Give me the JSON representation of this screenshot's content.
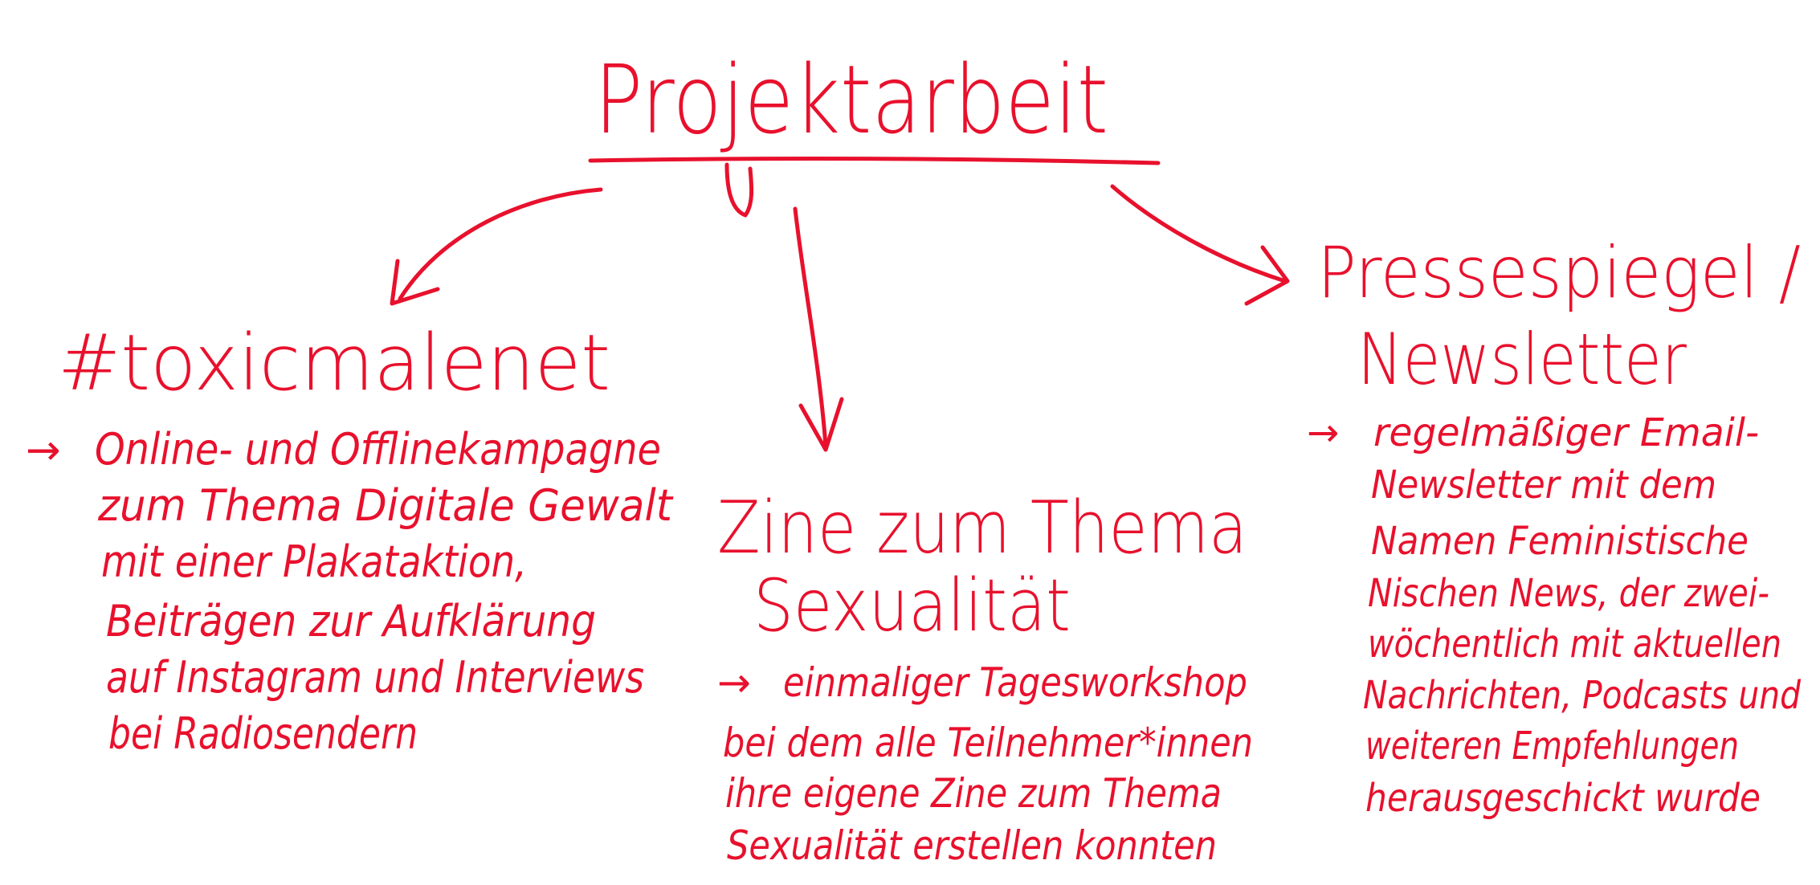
{
  "colors": {
    "ink": "#e8112d",
    "background": "#ffffff"
  },
  "title": "Projektarbeit",
  "branches": [
    {
      "heading_lines": [
        "#toxicmalenet"
      ],
      "description_lines": [
        "Online- und Offlinekampagne",
        "zum Thema Digitale Gewalt",
        "mit einer Plakataktion,",
        "Beiträgen zur Aufklärung",
        "auf Instagram und Interviews",
        "bei Radiosendern"
      ]
    },
    {
      "heading_lines": [
        "Zine zum Thema",
        "Sexualität"
      ],
      "description_lines": [
        "einmaliger Tagesworkshop",
        "bei dem alle Teilnehmer*innen",
        "ihre eigene Zine zum Thema",
        "Sexualität erstellen konnten"
      ]
    },
    {
      "heading_lines": [
        "Pressespiegel /",
        "Newsletter"
      ],
      "description_lines": [
        "regelmäßiger Email-",
        "Newsletter mit dem",
        "Namen Feministische",
        "Nischen News, der zwei-",
        "wöchentlich mit aktuellen",
        "Nachrichten, Podcasts und",
        "weiteren Empfehlungen",
        "herausgeschickt wurde"
      ]
    }
  ],
  "bullet_symbol": "→"
}
